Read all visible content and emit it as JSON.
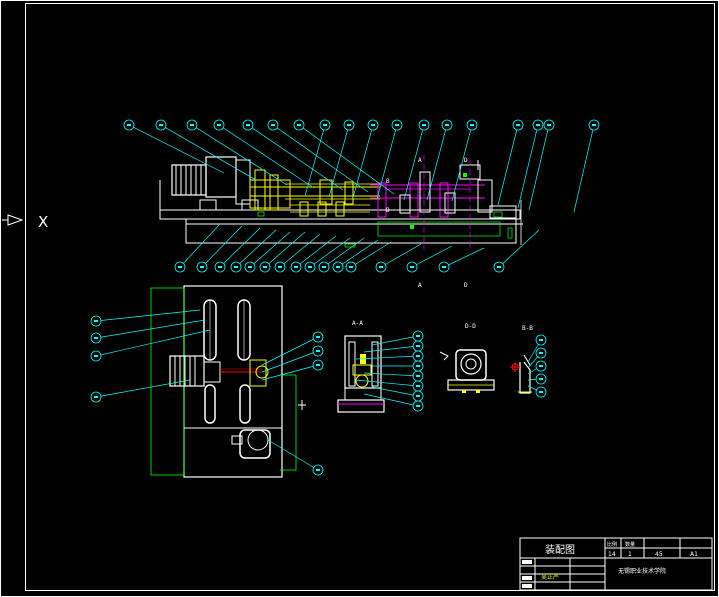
{
  "drawing": {
    "colors": {
      "background": "#000000",
      "frame": "#ffffff",
      "leader": "#00ffff",
      "part": "#ffffff",
      "accent_yellow": "#ffff00",
      "accent_magenta": "#ff00ff",
      "accent_green": "#00ff00",
      "accent_red": "#ff0000"
    },
    "section_labels": {
      "a_a": "A-A",
      "d_d": "D-D",
      "b_b": "B-B",
      "mark_a1": "A",
      "mark_a2": "A",
      "mark_b1": "B",
      "mark_b2": "B",
      "mark_d1": "D",
      "mark_d2": "D"
    },
    "side_marker": "X",
    "title_block": {
      "title": "装配图",
      "col1_header": "比例",
      "col2_header": "数量",
      "col1_value": "14",
      "col2_value": "1",
      "col3_value": "45",
      "col4_value": "A1",
      "organization": "无锡职业技术学院",
      "designer": "吴正严"
    }
  }
}
